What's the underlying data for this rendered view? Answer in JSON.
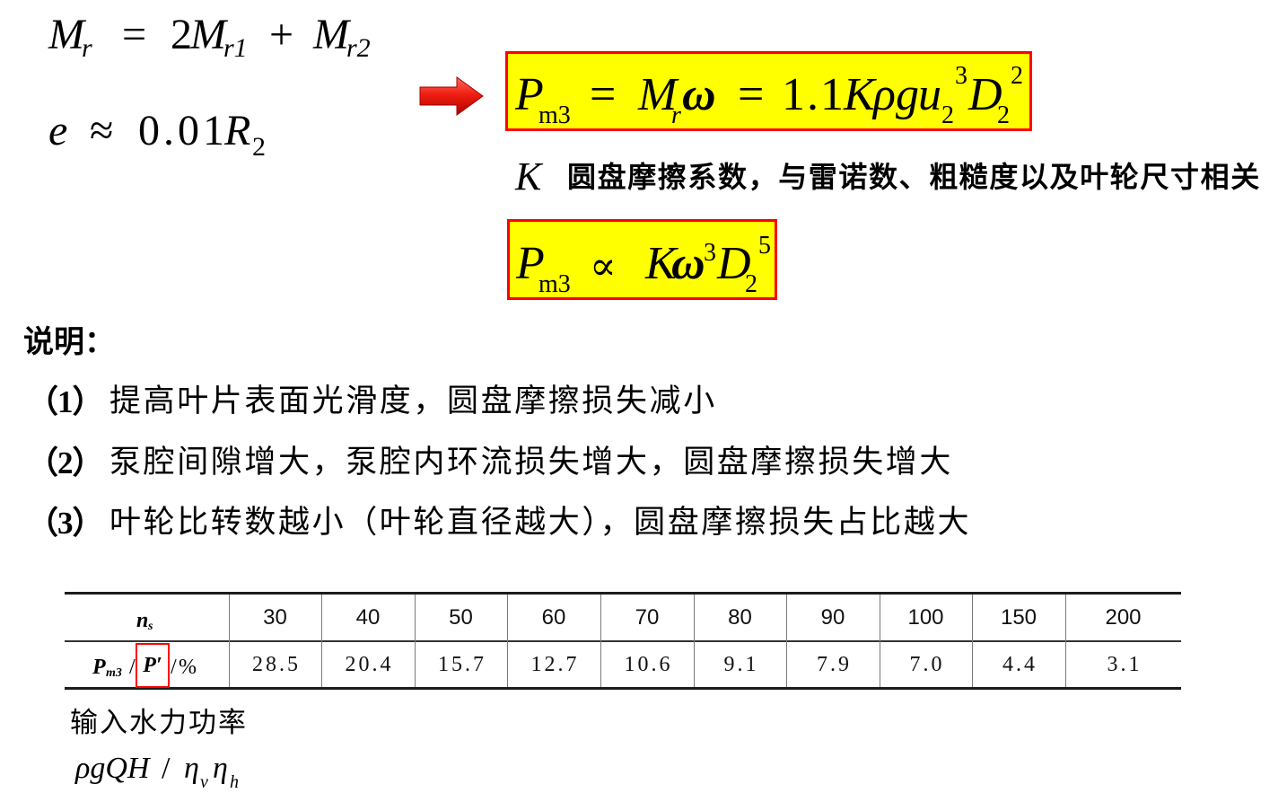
{
  "icons": {
    "arrow": "right-arrow-icon"
  },
  "colors": {
    "highlight_fill": "#FFFF00",
    "highlight_border": "#FF0000",
    "arrow_red": "#F01E12",
    "text": "#000000"
  },
  "formula_moment": {
    "lhs": {
      "base": "M",
      "sub": "r"
    },
    "eq": "=",
    "term1": {
      "coef": "2",
      "base": "M",
      "sub": "r1"
    },
    "plus": "+",
    "term2": {
      "base": "M",
      "sub": "r2"
    }
  },
  "formula_gap": {
    "lhs": "e",
    "approx": "≈",
    "coef": "0.01",
    "base": "R",
    "sub": "2"
  },
  "formula_power": {
    "lhs": {
      "base": "P",
      "sub": "m3"
    },
    "eq1": "=",
    "mid": {
      "base": "M",
      "sub": "r",
      "omega": "ω"
    },
    "eq2": "=",
    "coef": "1.1",
    "k": "K",
    "rho": "ρ",
    "g": "g",
    "u": {
      "base": "u",
      "sub": "2",
      "sup": "3"
    },
    "d": {
      "base": "D",
      "sub": "2",
      "sup": "2"
    }
  },
  "k_note": {
    "symbol": "K",
    "text": "圆盘摩擦系数，与雷诺数、粗糙度以及叶轮尺寸相关"
  },
  "formula_proportional": {
    "lhs": {
      "base": "P",
      "sub": "m3"
    },
    "prop": "∝",
    "k": "K",
    "omega": {
      "base": "ω",
      "sup": "3"
    },
    "d": {
      "base": "D",
      "sub": "2",
      "sup": "5"
    }
  },
  "notes": {
    "heading": "说明：",
    "items": [
      {
        "label": "（1）",
        "text": "提高叶片表面光滑度，圆盘摩擦损失减小"
      },
      {
        "label": "（2）",
        "text": "泵腔间隙增大，泵腔内环流损失增大，圆盘摩擦损失增大"
      },
      {
        "label": "（3）",
        "text": "叶轮比转数越小（叶轮直径越大），圆盘摩擦损失占比越大"
      }
    ]
  },
  "table": {
    "header_label": {
      "base": "n",
      "sub": "s"
    },
    "ns_values": [
      "30",
      "40",
      "50",
      "60",
      "70",
      "80",
      "90",
      "100",
      "150",
      "200"
    ],
    "row_label": {
      "base": "P",
      "sub": "m3",
      "sep1": "/",
      "highlight": "P′",
      "sep2": "/",
      "unit": "%"
    },
    "ratio_values": [
      "28.5",
      "20.4",
      "15.7",
      "12.7",
      "10.6",
      "9.1",
      "7.9",
      "7.0",
      "4.4",
      "3.1"
    ]
  },
  "input_power": {
    "caption": "输入水力功率",
    "formula": {
      "numerator": "ρgQH",
      "slash": "/",
      "eta1": {
        "base": "η",
        "sub": "v"
      },
      "eta2": {
        "base": "η",
        "sub": "h"
      }
    }
  }
}
